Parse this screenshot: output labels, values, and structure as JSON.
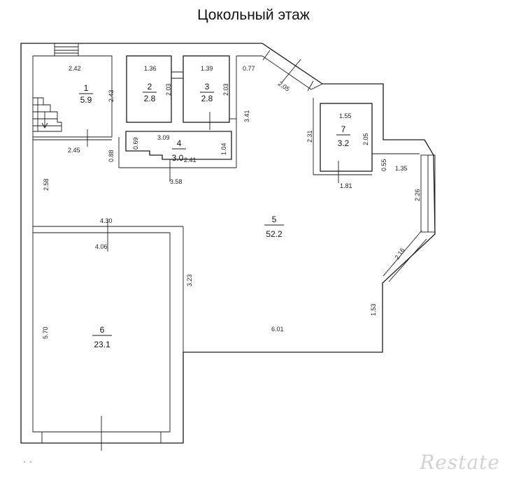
{
  "title": "Цокольный этаж",
  "rooms": [
    {
      "num": "1",
      "area": "5.9"
    },
    {
      "num": "2",
      "area": "2.8"
    },
    {
      "num": "3",
      "area": "2.8"
    },
    {
      "num": "4",
      "area": "3.0"
    },
    {
      "num": "5",
      "area": "52.2"
    },
    {
      "num": "6",
      "area": "23.1"
    },
    {
      "num": "7",
      "area": "3.2"
    }
  ],
  "dims": {
    "d_242": "2.42",
    "d_243": "2.43",
    "d_245": "2.45",
    "d_088": "0.88",
    "d_136": "1.36",
    "d_203a": "2.03",
    "d_139": "1.39",
    "d_203b": "2.03",
    "d_077": "0.77",
    "d_205a": "2.05",
    "d_341": "3.41",
    "d_069": "0.69",
    "d_309": "3.09",
    "d_241": "2.41",
    "d_104": "1.04",
    "d_358": "3.58",
    "d_155": "1.55",
    "d_231": "2.31",
    "d_205b": "2.05",
    "d_055": "0.55",
    "d_181": "1.81",
    "d_135": "1.35",
    "d_226": "2.26",
    "d_216": "2.16",
    "d_153": "1.53",
    "d_258": "2.58",
    "d_430": "4.30",
    "d_406": "4.06",
    "d_323": "3.23",
    "d_601": "6.01",
    "d_570": "5.70"
  },
  "watermark": "Restate"
}
